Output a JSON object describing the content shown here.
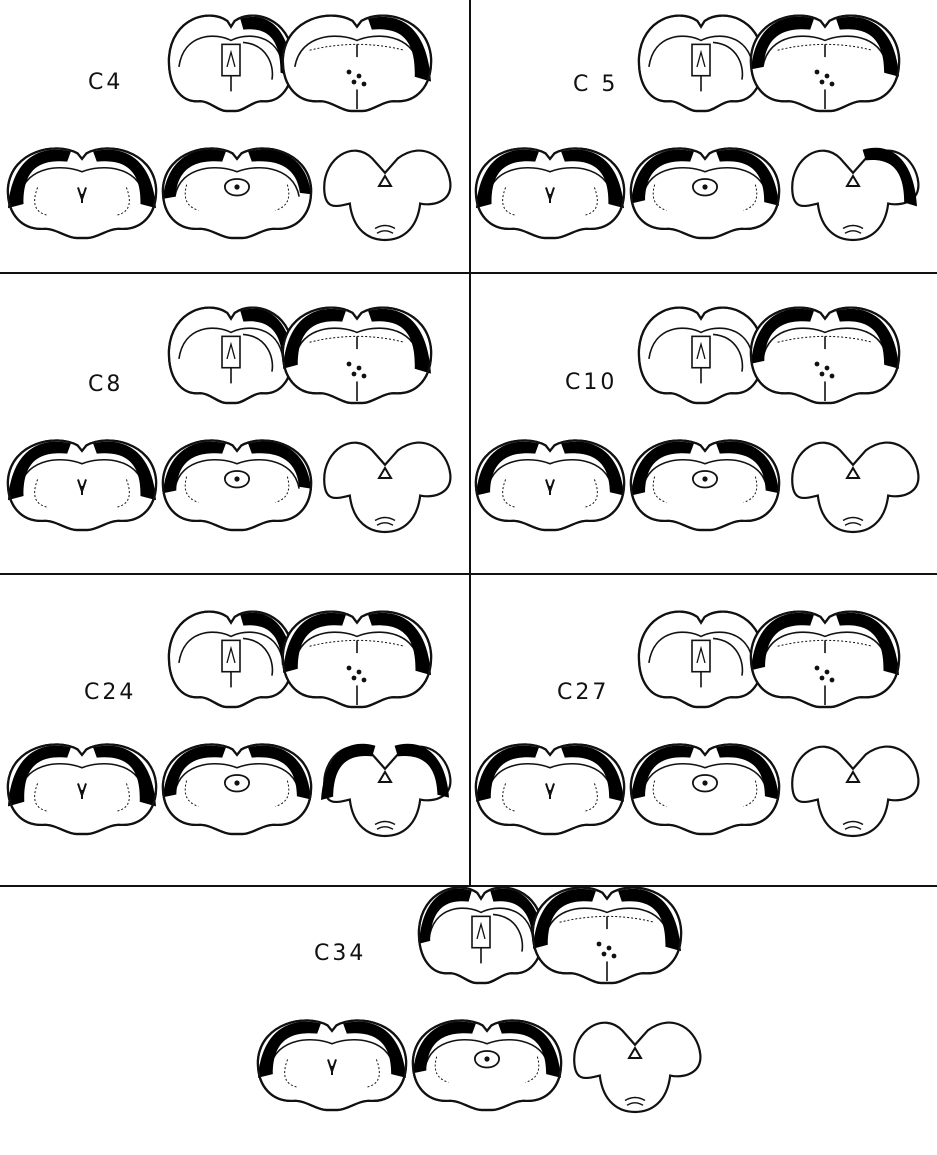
{
  "figure": {
    "ink_color": "#111111",
    "lesion_color": "#000000",
    "background": "#ffffff",
    "panel_layout": "3 rows of 2 panels, followed by 1 centered panel",
    "section_views": [
      "anterior-forebrain",
      "mid-forebrain",
      "posterior-forebrain",
      "thalamic",
      "cerebellar"
    ],
    "panels": [
      {
        "label": "C4"
      },
      {
        "label": "C 5"
      },
      {
        "label": "C8"
      },
      {
        "label": "C10"
      },
      {
        "label": "C24"
      },
      {
        "label": "C27"
      },
      {
        "label": "C34"
      }
    ]
  }
}
